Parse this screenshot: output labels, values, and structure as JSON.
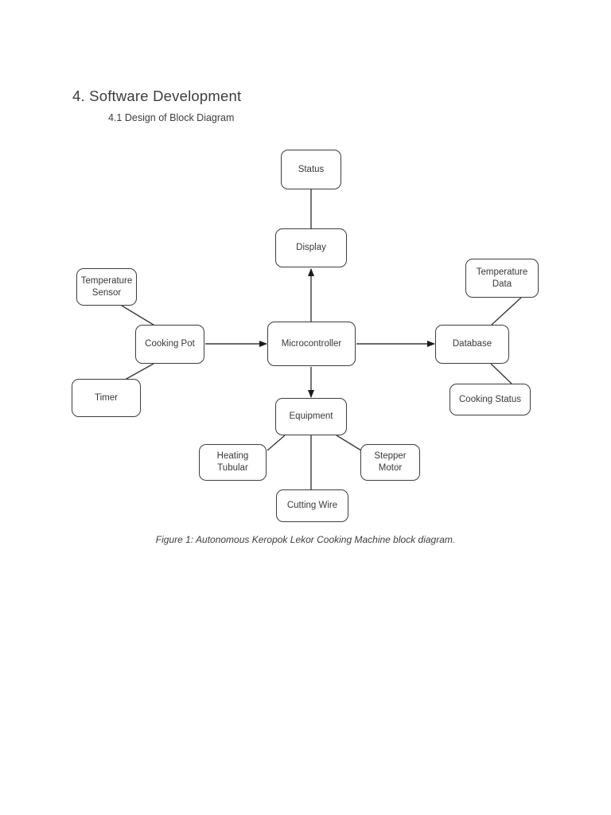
{
  "document": {
    "heading": "4. Software Development",
    "subheading": "4.1 Design of Block Diagram",
    "figure_caption": "Figure 1: Autonomous Keropok Lekor Cooking Machine block diagram."
  },
  "diagram": {
    "title": "Autonomous Keropok Lekor Cooking Machine block diagram",
    "colors": {
      "node_border": "#3d3d3d",
      "node_text": "#383838",
      "edge_stroke": "#3a3a3a",
      "background": "#ffffff"
    },
    "nodes": {
      "status": {
        "label": "Status"
      },
      "display": {
        "label": "Display"
      },
      "temperature_sensor": {
        "label": "Temperature Sensor"
      },
      "cooking_pot": {
        "label": "Cooking Pot"
      },
      "timer": {
        "label": "Timer"
      },
      "microcontroller": {
        "label": "Microcontroller"
      },
      "database": {
        "label": "Database"
      },
      "temperature_data": {
        "label": "Temperature Data"
      },
      "cooking_status": {
        "label": "Cooking Status"
      },
      "equipment": {
        "label": "Equipment"
      },
      "heating_tubular": {
        "label": "Heating Tubular"
      },
      "stepper_motor": {
        "label": "Stepper Motor"
      },
      "cutting_wire": {
        "label": "Cutting Wire"
      }
    },
    "edges": [
      {
        "from": "status",
        "to": "display",
        "arrow": "none"
      },
      {
        "from": "microcontroller",
        "to": "display",
        "arrow": "to"
      },
      {
        "from": "cooking_pot",
        "to": "microcontroller",
        "arrow": "to"
      },
      {
        "from": "microcontroller",
        "to": "database",
        "arrow": "to"
      },
      {
        "from": "microcontroller",
        "to": "equipment",
        "arrow": "to"
      },
      {
        "from": "temperature_sensor",
        "to": "cooking_pot",
        "arrow": "none"
      },
      {
        "from": "timer",
        "to": "cooking_pot",
        "arrow": "none"
      },
      {
        "from": "temperature_data",
        "to": "database",
        "arrow": "none"
      },
      {
        "from": "database",
        "to": "cooking_status",
        "arrow": "none"
      },
      {
        "from": "equipment",
        "to": "heating_tubular",
        "arrow": "none"
      },
      {
        "from": "equipment",
        "to": "cutting_wire",
        "arrow": "none"
      },
      {
        "from": "equipment",
        "to": "stepper_motor",
        "arrow": "none"
      }
    ]
  }
}
